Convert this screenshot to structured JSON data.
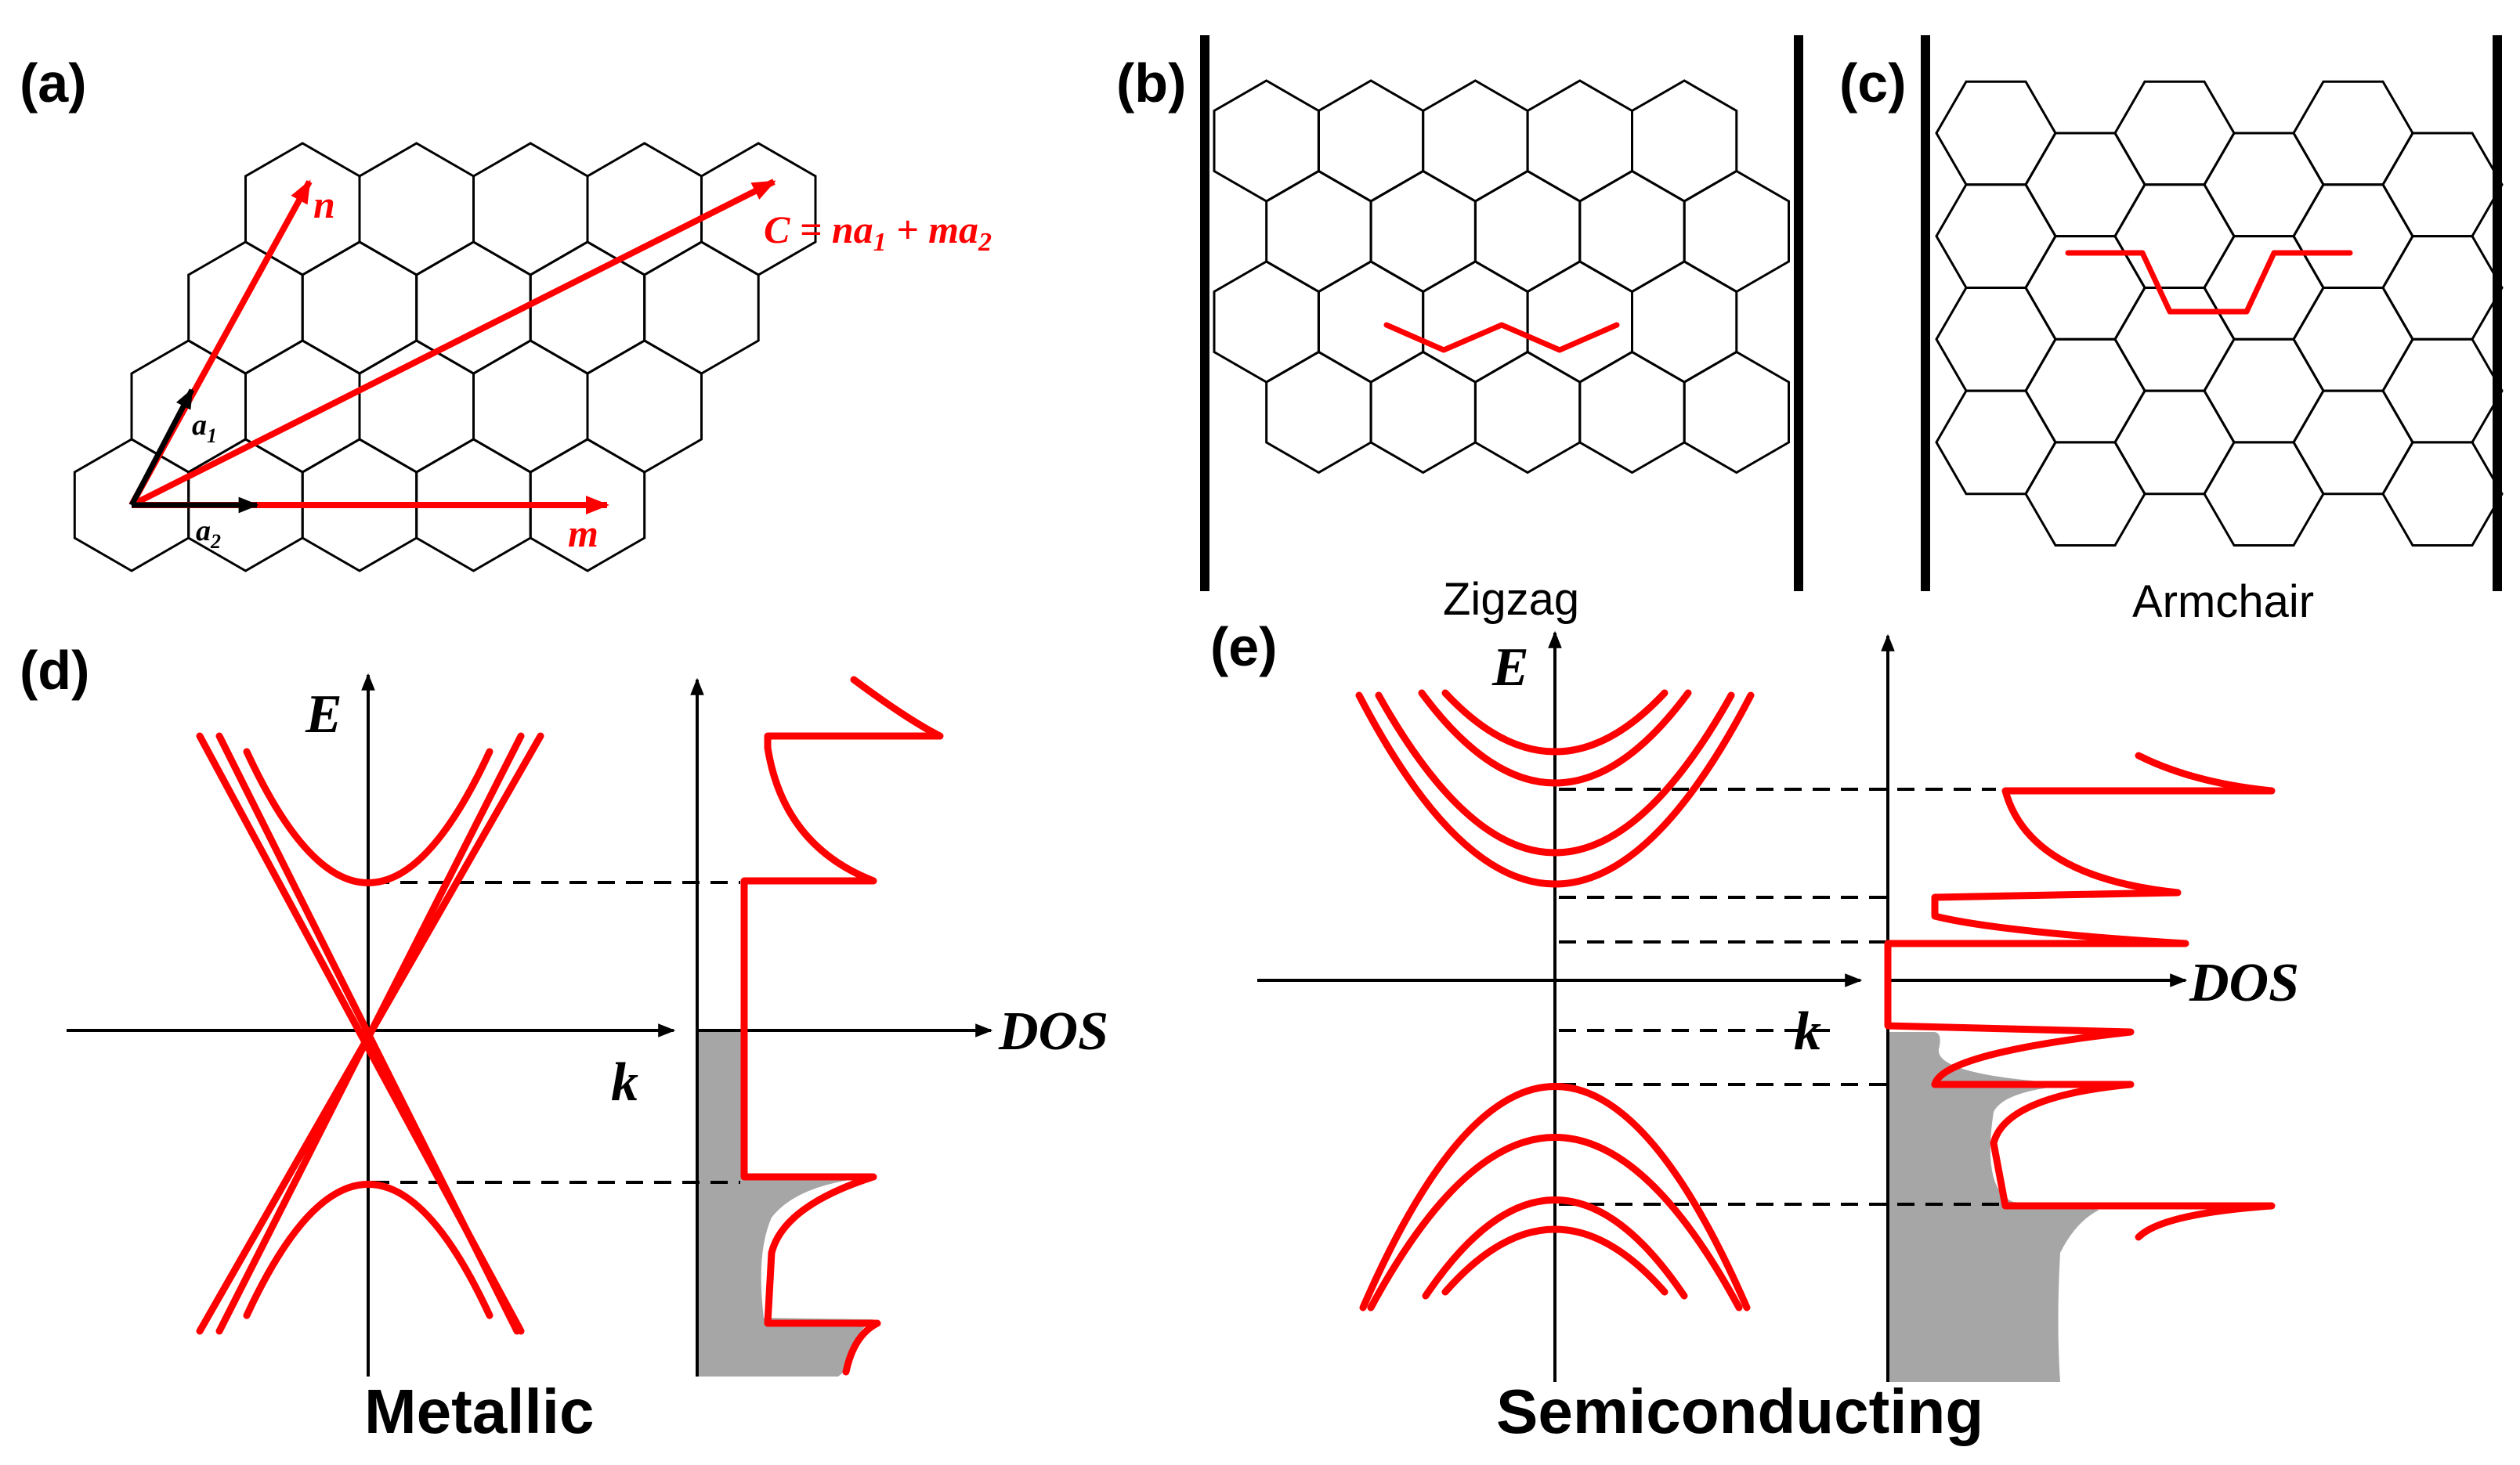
{
  "panels": {
    "a": {
      "label": "(a)",
      "n": "n",
      "m": "m",
      "a1": "a",
      "a1_sub": "1",
      "a2": "a",
      "a2_sub": "2",
      "chiral_vector": "C = na",
      "chiral_sub1": "1",
      "chiral_mid": " + ma",
      "chiral_sub2": "2"
    },
    "b": {
      "label": "(b)",
      "caption": "Zigzag"
    },
    "c": {
      "label": "(c)",
      "caption": "Armchair"
    },
    "d": {
      "label": "(d)",
      "energy_axis": "E",
      "k_axis": "k",
      "dos_axis": "DOS",
      "caption": "Metallic"
    },
    "e": {
      "label": "(e)",
      "energy_axis": "E",
      "k_axis": "k",
      "dos_axis": "DOS",
      "caption": "Semiconducting"
    }
  },
  "colors": {
    "band": "#ff0000",
    "lattice": "#000000",
    "filled_states": "#a6a6a6"
  },
  "icons": {
    "arrow_head": "arrowhead-icon"
  }
}
